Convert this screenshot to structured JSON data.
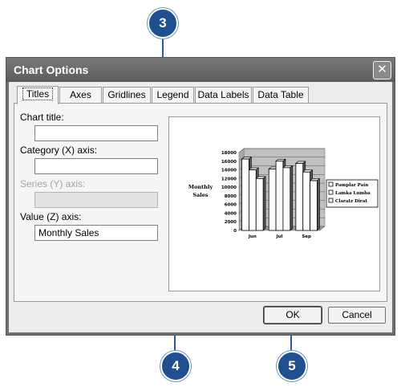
{
  "callouts": [
    {
      "label": "3"
    },
    {
      "label": "4"
    },
    {
      "label": "5"
    }
  ],
  "dialog": {
    "title": "Chart Options",
    "close_glyph": "✕"
  },
  "tabs": [
    {
      "label": "Titles"
    },
    {
      "label": "Axes"
    },
    {
      "label": "Gridlines"
    },
    {
      "label": "Legend"
    },
    {
      "label": "Data Labels"
    },
    {
      "label": "Data Table"
    }
  ],
  "fields": {
    "chart_title": {
      "label": "Chart title:",
      "value": ""
    },
    "category_x": {
      "label": "Category (X) axis:",
      "value": ""
    },
    "series_y": {
      "label": "Series (Y) axis:",
      "value": ""
    },
    "value_z": {
      "label": "Value (Z) axis:",
      "value": "Monthly Sales"
    }
  },
  "buttons": {
    "ok": "OK",
    "cancel": "Cancel"
  },
  "chart_data": {
    "type": "bar",
    "ylabel": "Monthly Sales",
    "categories": [
      "Jun",
      "Jul",
      "Sep"
    ],
    "y_ticks": [
      "0",
      "2000",
      "4000",
      "6000",
      "8000",
      "10000",
      "12000",
      "14000",
      "16000",
      "18000"
    ],
    "ylim": [
      0,
      18000
    ],
    "grid": true,
    "legend_position": "right",
    "series": [
      {
        "name": "Pamplar Pain",
        "values": [
          16500,
          14200,
          15500
        ]
      },
      {
        "name": "Lamka Lumba",
        "values": [
          14000,
          16000,
          13500
        ]
      },
      {
        "name": "Claratz Dirat",
        "values": [
          12000,
          14500,
          11500
        ]
      }
    ],
    "colors": {
      "plot_bg": "#c0c0c0",
      "bar_fill": "#ffffff",
      "bar_stroke": "#000000"
    }
  }
}
